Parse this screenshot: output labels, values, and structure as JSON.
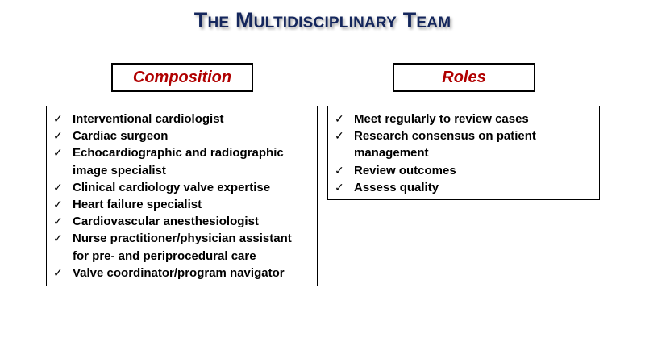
{
  "title": "The Multidisciplinary Team",
  "composition": {
    "header": "Composition",
    "items": [
      "Interventional cardiologist",
      "Cardiac surgeon",
      "Echocardiographic and radiographic image specialist",
      "Clinical cardiology valve expertise",
      "Heart failure specialist",
      "Cardiovascular anesthesiologist",
      "Nurse practitioner/physician assistant for pre- and periprocedural care",
      "Valve coordinator/program navigator"
    ]
  },
  "roles": {
    "header": "Roles",
    "items": [
      "Meet regularly to review cases",
      "Research consensus on patient management",
      "Review outcomes",
      "Assess quality"
    ]
  },
  "bullet_icon": "checkmark-icon",
  "colors": {
    "title": "#14265c",
    "header_text": "#b00000"
  }
}
